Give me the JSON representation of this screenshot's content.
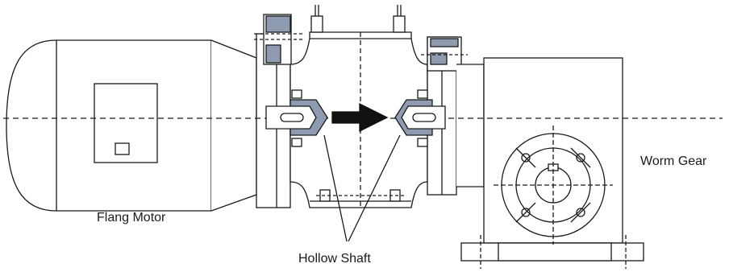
{
  "labels": {
    "flang_motor": "Flang Motor",
    "worm_gear": "Worm Gear",
    "hollow_shaft": "Hollow Shaft"
  },
  "colors": {
    "line": "#1a1a1a",
    "part_fill": "#8e9bb0",
    "arrow": "#111111",
    "background": "#ffffff"
  }
}
